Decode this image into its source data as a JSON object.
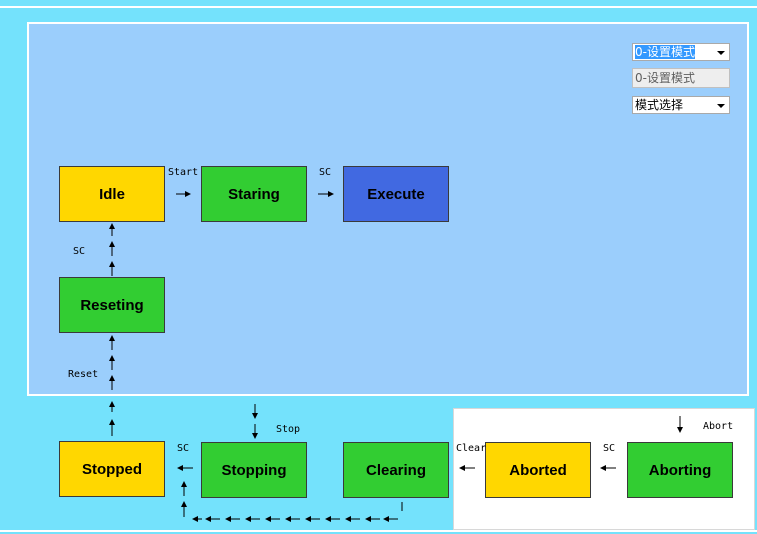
{
  "controls": {
    "mode_select_value": "0-设置模式",
    "mode_display_value": "0-设置模式",
    "mode_choice_value": "模式选择"
  },
  "states": {
    "idle": "Idle",
    "staring": "Staring",
    "execute": "Execute",
    "reseting": "Reseting",
    "stopped": "Stopped",
    "stopping": "Stopping",
    "clearing": "Clearing",
    "aborted": "Aborted",
    "aborting": "Aborting"
  },
  "transitions": {
    "start": "Start",
    "sc_idle": "SC",
    "sc_staring": "SC",
    "reset": "Reset",
    "stop": "Stop",
    "sc_stopped": "SC",
    "clear": "Clear",
    "sc_aborted": "SC",
    "abort": "Abort"
  },
  "colors": {
    "page_bg": "#74e2fc",
    "panel_bg": "#9bcefc",
    "yellow_state": "#ffd700",
    "green_state": "#32cd32",
    "blue_state": "#4169e1"
  }
}
